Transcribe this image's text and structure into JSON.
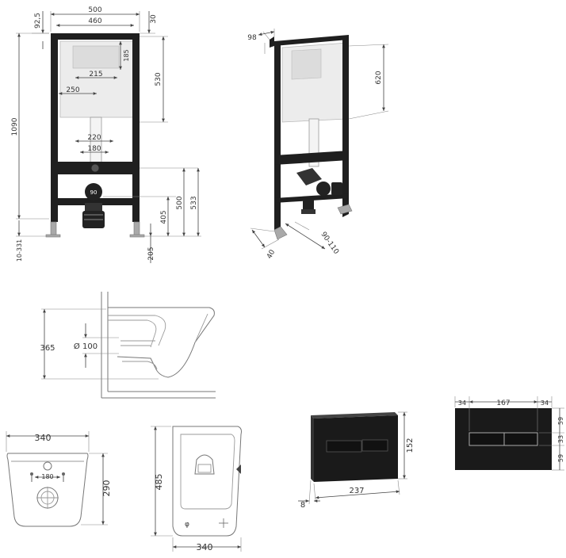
{
  "frame_front": {
    "width_500": "500",
    "width_460": "460",
    "top_30": "30",
    "top_92_5": "92,5",
    "height_185": "185",
    "width_215": "215",
    "width_250": "250",
    "height_530": "530",
    "height_1090": "1090",
    "width_220": "220",
    "width_180": "180",
    "height_405": "405",
    "height_500": "500",
    "height_533": "533",
    "height_205": "205",
    "range_10_331": "10-331"
  },
  "frame_side": {
    "depth_98": "98",
    "height_620": "620",
    "foot_40": "40",
    "pipe_90_110": "90-110"
  },
  "bowl_side": {
    "height_365": "365",
    "outlet_dia": "Ø 100"
  },
  "bowl_front": {
    "width_340": "340",
    "height_290": "290",
    "hole_180": "180"
  },
  "bowl_top": {
    "length_485": "485",
    "width_340": "340"
  },
  "flush_plate_3d": {
    "height_152": "152",
    "width_237": "237",
    "depth_8": "8"
  },
  "flush_plate_front": {
    "margin_34_left": "34",
    "width_167": "167",
    "margin_34_right": "34",
    "top_59": "59",
    "mid_33": "33",
    "bottom_59": "59"
  },
  "colors": {
    "frame": "#1f1f1f",
    "tank": "#ececec",
    "plate": "#1a1a1a",
    "dimension": "#444444"
  }
}
